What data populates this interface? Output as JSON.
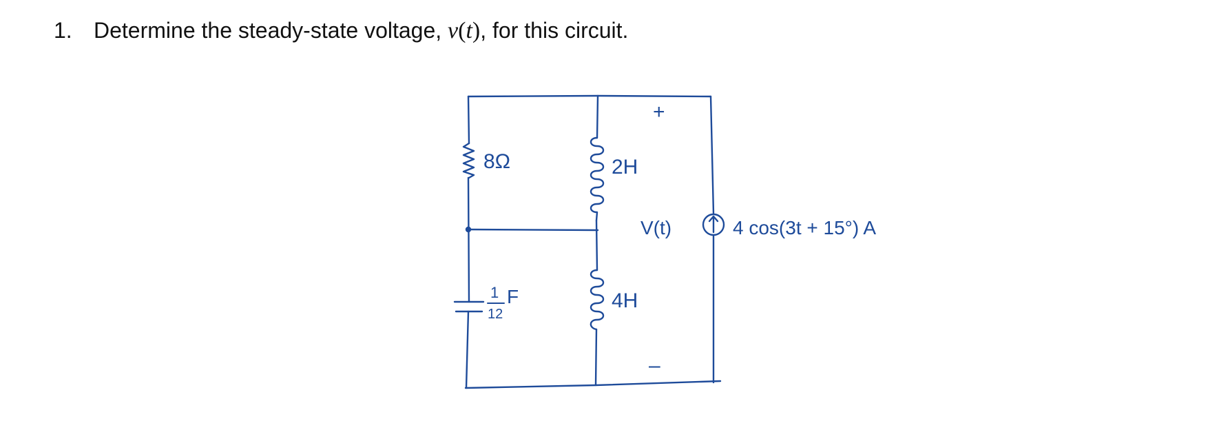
{
  "problem": {
    "number": "1.",
    "text_before": "Determine the steady-state voltage,",
    "var_v": "v",
    "paren_open": "(",
    "var_t": "t",
    "paren_close": ")",
    "text_after": ", for this circuit."
  },
  "circuit": {
    "ink_color": "#1e4b9a",
    "resistor_label": "8Ω",
    "capacitor_label_num": "1",
    "capacitor_label_den": "12",
    "capacitor_label_unit": "F",
    "inductor_top_label": "2H",
    "inductor_bottom_label": "4H",
    "voltage_label": "V(t)",
    "plus_sign": "+",
    "minus_sign": "–",
    "source_label": "4 cos(3t + 15°) A"
  }
}
